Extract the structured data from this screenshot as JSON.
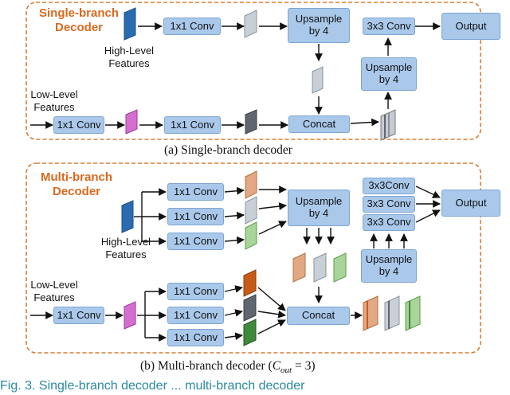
{
  "colors": {
    "panel_border": "#d97c33",
    "panel_title": "#d9691e",
    "box_fill": "#a9c8ea",
    "box_border": "#7ea6d3",
    "high_level_feature": "#2b6cb0",
    "low_level_feature": "#d46fd0",
    "branch_colors": [
      "#e2a883",
      "#c9cfd6",
      "#a9d49a"
    ],
    "branch_dark_colors": [
      "#c85a18",
      "#5f6670",
      "#3f8a3a"
    ],
    "concat_gray": "#c8ccd2",
    "concat_dark": "#5f6670"
  },
  "panel_a": {
    "title_line1": "Single-branch",
    "title_line2": "Decoder",
    "high_level_line1": "High-Level",
    "high_level_line2": "Features",
    "low_level_line1": "Low-Level",
    "low_level_line2": "Features",
    "conv_high": "1x1 Conv",
    "conv_low_1": "1x1 Conv",
    "conv_low_2": "1x1 Conv",
    "upsample_1_line1": "Upsample",
    "upsample_1_line2": "by 4",
    "upsample_2_line1": "Upsample",
    "upsample_2_line2": "by 4",
    "conv_3x3": "3x3 Conv",
    "concat": "Concat",
    "output": "Output",
    "caption": "(a)  Single-branch decoder"
  },
  "panel_b": {
    "title_line1": "Multi-branch",
    "title_line2": "Decoder",
    "high_level_line1": "High-Level",
    "high_level_line2": "Features",
    "low_level_line1": "Low-Level",
    "low_level_line2": "Features",
    "conv_high": [
      "1x1 Conv",
      "1x1 Conv",
      "1x1 Conv"
    ],
    "conv_low_first": "1x1 Conv",
    "conv_low": [
      "1x1 Conv",
      "1x1 Conv",
      "1x1 Conv"
    ],
    "upsample_1_line1": "Upsample",
    "upsample_1_line2": "by 4",
    "upsample_2_line1": "Upsample",
    "upsample_2_line2": "by 4",
    "conv_3x3": [
      "3x3Conv",
      "3x3 Conv",
      "3x3 Conv"
    ],
    "concat": "Concat",
    "output": "Output",
    "caption_prefix": "(b)  Multi-branch decoder (",
    "caption_var": "C",
    "caption_sub": "out",
    "caption_suffix": " = 3)"
  },
  "footer_fragment": "Fig. 3.   Single-branch decoder ... multi-branch decoder"
}
